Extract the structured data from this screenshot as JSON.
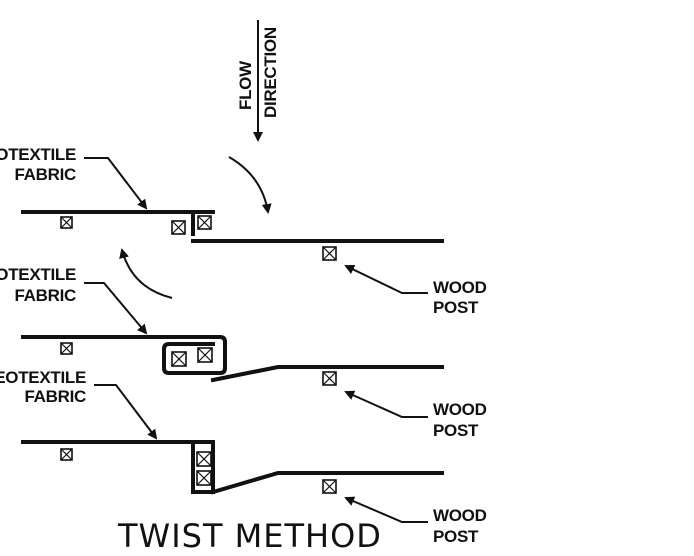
{
  "flow_label": {
    "line1": "FLOW",
    "line2": "DIRECTION"
  },
  "fabric_labels": [
    {
      "line1": "GEOTEXTILE",
      "line2": "FABRIC"
    },
    {
      "line1": "GEOTEXTILE",
      "line2": "FABRIC"
    },
    {
      "line1": "GEOTEXTILE",
      "line2": "FABRIC"
    }
  ],
  "post_labels": [
    {
      "line1": "WOOD",
      "line2": "POST"
    },
    {
      "line1": "WOOD",
      "line2": "POST"
    },
    {
      "line1": "WOOD",
      "line2": "POST"
    }
  ],
  "title": "TWIST METHOD"
}
